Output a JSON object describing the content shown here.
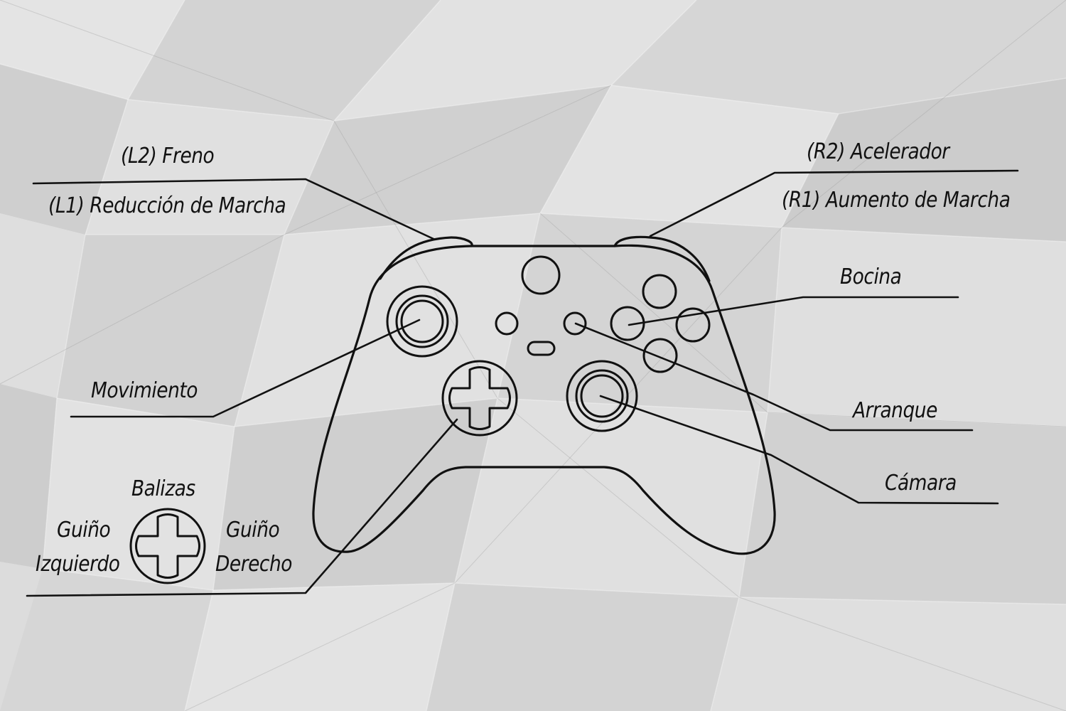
{
  "labels": {
    "l2": "(L2) Freno",
    "l1": "(L1) Reducción de Marcha",
    "r2": "(R2) Acelerador",
    "r1": "(R1) Aumento de Marcha",
    "bocina": "Bocina",
    "movimiento": "Movimiento",
    "arranque": "Arranque",
    "camara": "Cámara",
    "balizas": "Balizas",
    "guino_izq_1": "Guiño",
    "guino_izq_2": "Izquierdo",
    "guino_der_1": "Guiño",
    "guino_der_2": "Derecho"
  },
  "colors": {
    "paper": "#d9d9d9",
    "ink": "#111111"
  },
  "icons": [
    "gamepad-outline",
    "dpad-icon",
    "joystick-icon"
  ]
}
